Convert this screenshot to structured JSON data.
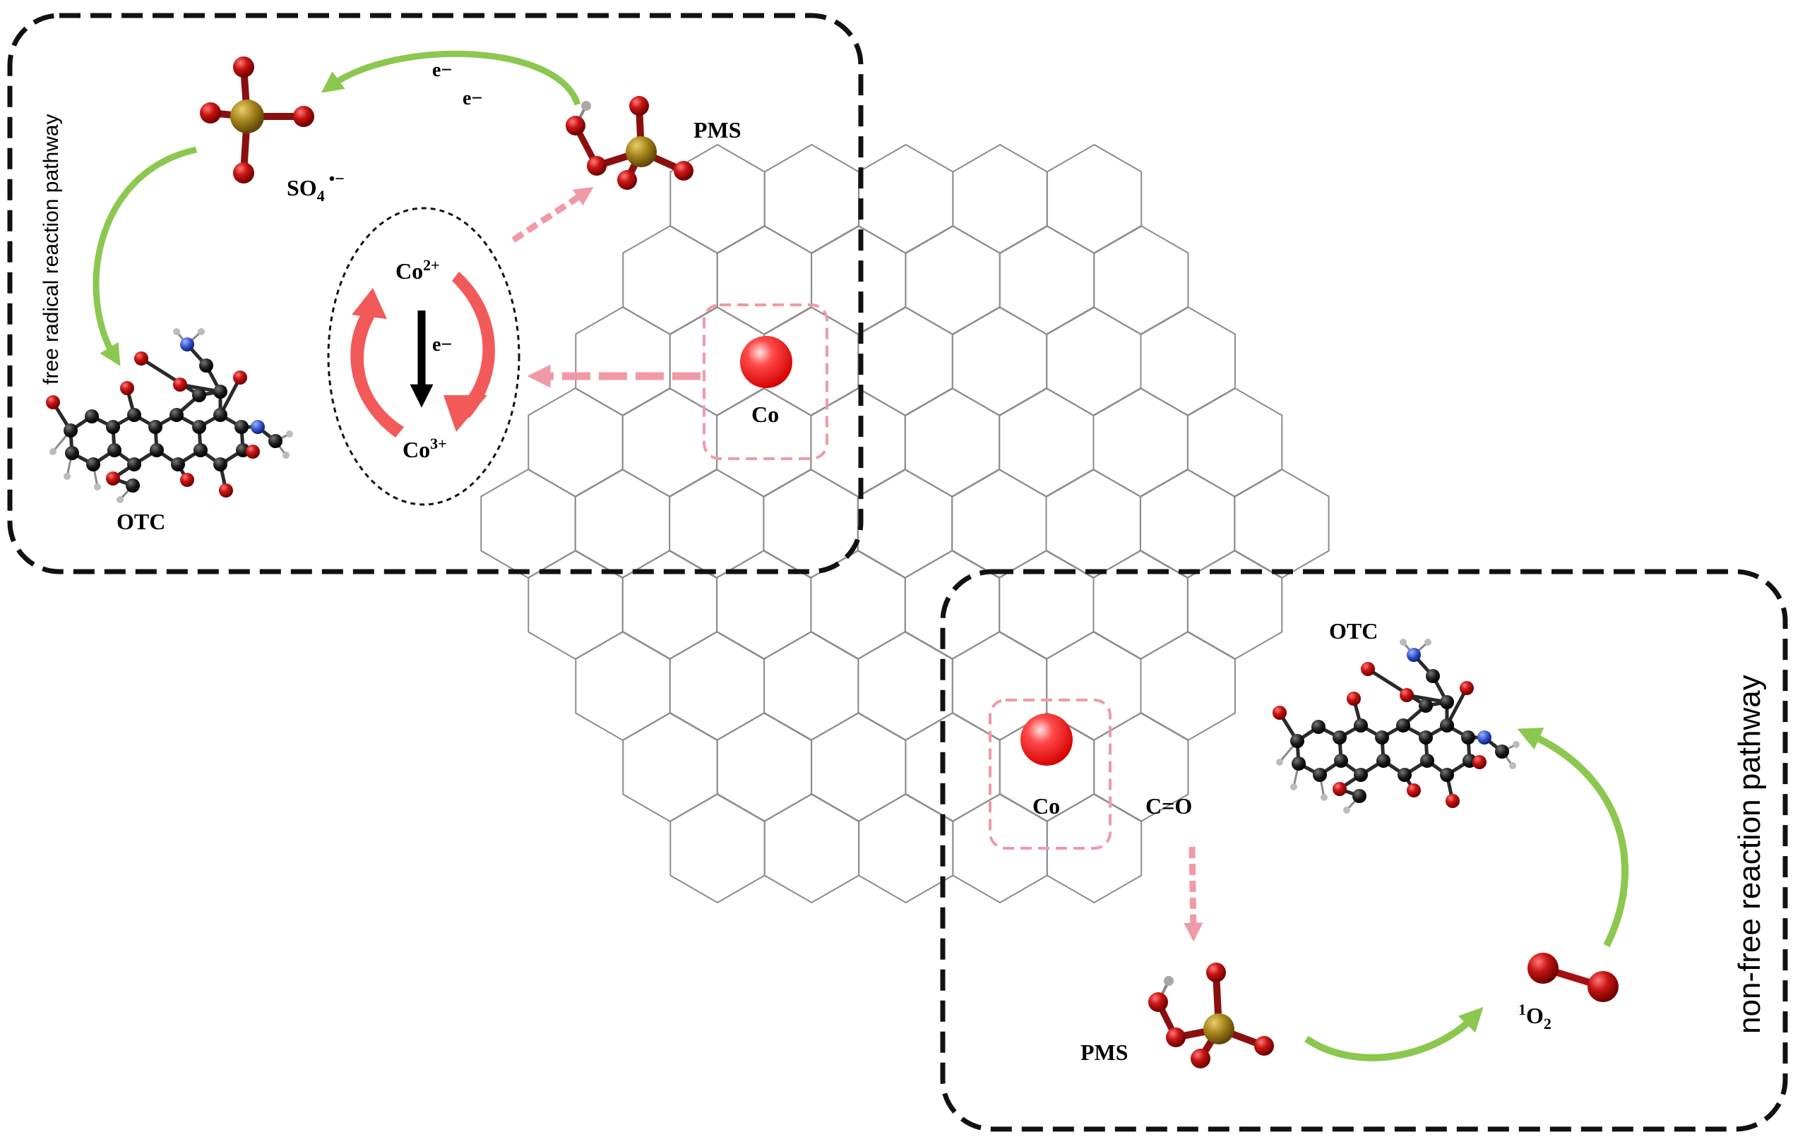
{
  "free_radical": {
    "pathway_label": "free radical reaction pathway",
    "so4_main": "SO",
    "so4_sub": "4",
    "so4_sup": "•−",
    "e1": "e−",
    "e2": "e−",
    "pms": "PMS",
    "otc": "OTC",
    "co2": "Co",
    "co2_sup": "2+",
    "e_cycle": "e−",
    "co3": "Co",
    "co3_sup": "3+"
  },
  "graphene": {
    "co_top": "Co",
    "co_bottom": "Co",
    "carbonyl": "C=O"
  },
  "non_free_radical": {
    "pathway_label": "non-free reaction pathway",
    "otc": "OTC",
    "pms": "PMS",
    "singlet_sup": "1",
    "singlet_main": "O",
    "singlet_sub": "2"
  },
  "colors": {
    "dashed_box": "#111111",
    "hex_line": "#8c8c8c",
    "green_arrow": "#8cc74f",
    "red_arrow": "#f25a5a",
    "pink_dashed": "#ef9aa6",
    "cobalt": "#ff2a2a",
    "oxygen": "#c41010",
    "sulfur": "#a6841c",
    "carbon": "#1a1a1a",
    "nitrogen": "#2f4fc9",
    "hydrogen": "#9a9a9a"
  }
}
